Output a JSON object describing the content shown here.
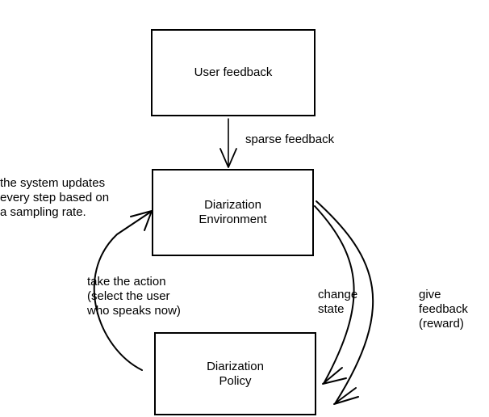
{
  "diagram": {
    "title_fragment": "",
    "nodes": [
      {
        "id": "user-feedback",
        "label": "User feedback"
      },
      {
        "id": "diarization-environment",
        "label": "Diarization\nEnvironment"
      },
      {
        "id": "diarization-policy",
        "label": "Diarization\nPolicy"
      }
    ],
    "edge_labels": [
      {
        "id": "sparse-feedback",
        "text": "sparse feedback"
      },
      {
        "id": "system-updates",
        "text": "the system updates\nevery step based on\na sampling rate."
      },
      {
        "id": "take-action",
        "text": "take the action\n(select the user\nwho speaks now)"
      },
      {
        "id": "change-state",
        "text": "change\nstate"
      },
      {
        "id": "give-feedback",
        "text": "give\nfeedback\n(reward)"
      }
    ],
    "colors": {
      "stroke": "#000000",
      "background": "#ffffff",
      "text": "#000000"
    }
  }
}
